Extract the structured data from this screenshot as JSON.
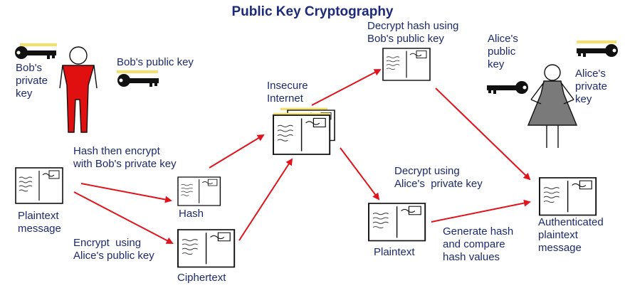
{
  "title": "Public Key Cryptography",
  "labels": {
    "bob_private_key": "Bob's\nprivate\nkey",
    "bob_public_key": "Bob's public key",
    "alice_public_key": "Alice's\npublic\nkey",
    "alice_private_key": "Alice's\nprivate\nkey",
    "insecure_internet": "Insecure\nInternet",
    "decrypt_hash": "Decrypt hash using\nBob's public key",
    "hash_then_encrypt": "Hash then encrypt\nwith Bob's private key",
    "plaintext_message": "Plaintext\nmessage",
    "hash": "Hash",
    "encrypt_using": "Encrypt  using\nAlice's public key",
    "ciphertext": "Ciphertext",
    "decrypt_using": "Decrypt using\nAlice's  private key",
    "plaintext": "Plaintext",
    "generate_hash": "Generate hash\nand compare\nhash values",
    "authenticated": "Authenticated\nplaintext\nmessage"
  },
  "colors": {
    "text": "#1c2a6e",
    "arrow": "#e0141c",
    "bob": "#e01010",
    "alice": "#7a7a7a",
    "key": "#111111",
    "key_highlight": "#f3e06a"
  }
}
